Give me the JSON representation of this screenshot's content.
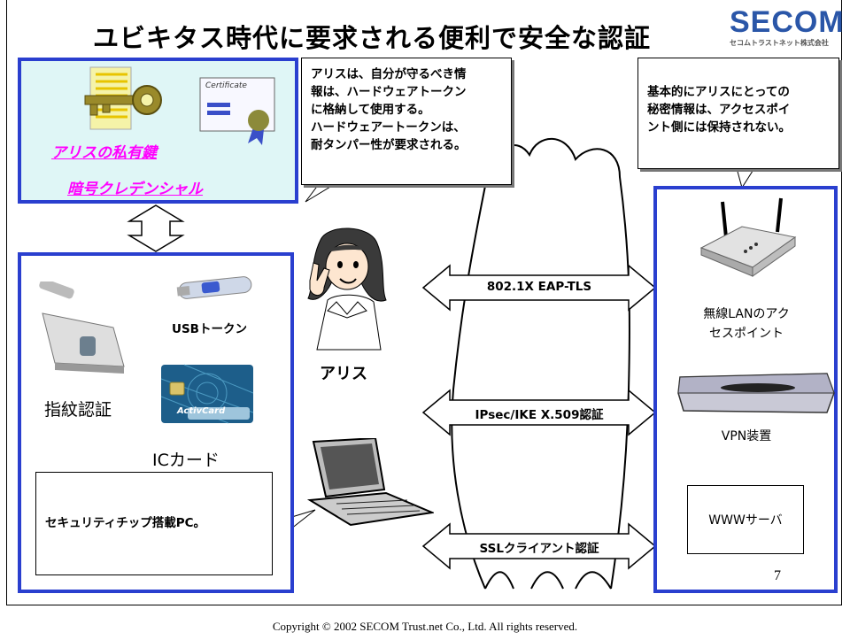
{
  "slide": {
    "title": "ユビキタス時代に要求される便利で安全な認証",
    "page_number": "7",
    "copyright": "Copyright © 2002 SECOM Trust.net Co., Ltd. All rights reserved."
  },
  "logo": {
    "name": "SECOM",
    "subtitle": "セコムトラストネット株式会社"
  },
  "key_panel": {
    "private_key_label": "アリスの私有鍵",
    "credential_label": "暗号クレデンシャル",
    "certificate_title": "Certificate"
  },
  "callouts": {
    "hardware_token": [
      "アリスは、自分が守るべき情",
      "報は、ハードウェアトークン",
      "に格納して使用する。",
      "ハードウェアートークンは、",
      "耐タンパー性が要求される。"
    ],
    "access_point": [
      "基本的にアリスにとっての",
      "秘密情報は、アクセスポイ",
      "ント側には保持されない。"
    ],
    "security_chip": "セキュリティチップ搭載PC。"
  },
  "devices": {
    "usb_token": "USBトークン",
    "fingerprint": "指紋認証",
    "ic_card": "ICカード",
    "card_brand": "ActivCard"
  },
  "user": {
    "name": "アリス"
  },
  "protocols": [
    "802.1X EAP-TLS",
    "IPsec/IKE X.509認証",
    "SSLクライアント認証"
  ],
  "endpoints": {
    "access_point_line1": "無線LANのアク",
    "access_point_line2": "セスポイント",
    "vpn": "VPN装置",
    "www": "WWWサーバ"
  },
  "colors": {
    "panel_border": "#2a3fcf",
    "key_panel_bg": "#dff6f6",
    "link": "#ff00ff",
    "logo": "#2a56a8"
  }
}
